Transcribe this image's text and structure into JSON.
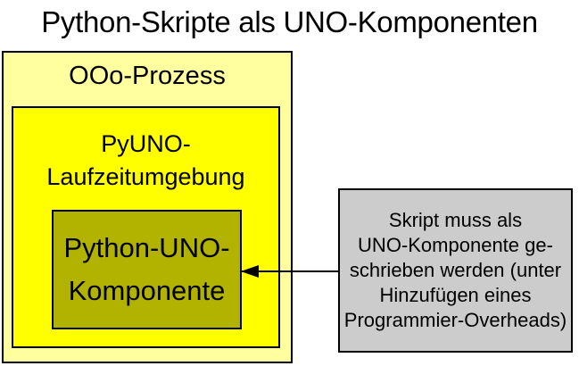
{
  "slide": {
    "title": "Python-Skripte als UNO-Komponenten",
    "background_color": "#FFFFFF",
    "text_color": "#000000",
    "border_color": "#000000"
  },
  "diagram": {
    "process_box": {
      "label": "OOo-Prozess",
      "bg_color": "#FFFFA0"
    },
    "runtime_box": {
      "label_lines": [
        "PyUNO-",
        "Laufzeitumgebung"
      ],
      "bg_color": "#FFFF00"
    },
    "component_box": {
      "label_lines": [
        "Python-UNO-",
        "Komponente"
      ],
      "bg_color": "#B2B300"
    },
    "note_box": {
      "text_lines": [
        "Skript muss als",
        "UNO-Komponente ge-",
        "schrieben werden (unter",
        "Hinzufügen eines",
        "Programmier-Overheads)"
      ],
      "bg_color": "#CCCCCC"
    },
    "arrow": {
      "from": "note_box",
      "to": "component_box",
      "direction": "left",
      "color": "#000000"
    }
  }
}
